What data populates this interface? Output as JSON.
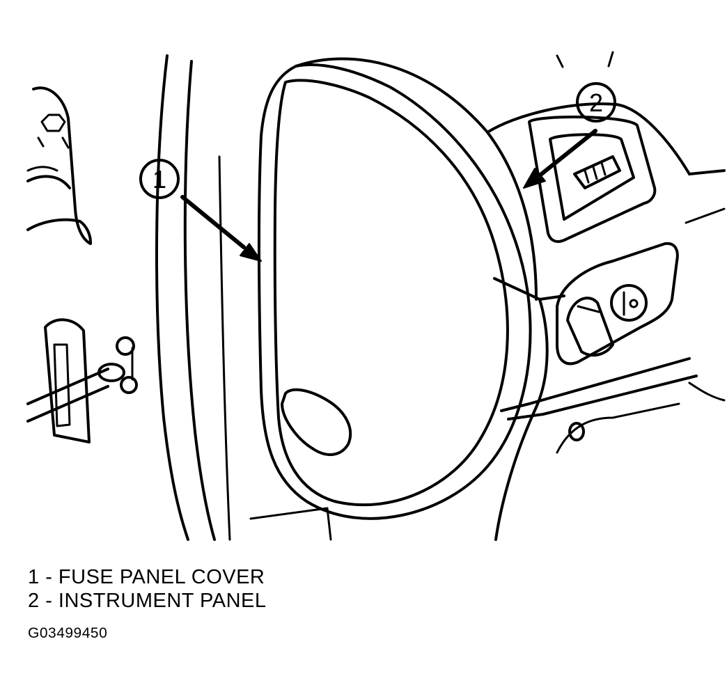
{
  "callouts": [
    {
      "number": "1",
      "label": "FUSE PANEL COVER"
    },
    {
      "number": "2",
      "label": "INSTRUMENT PANEL"
    }
  ],
  "legend": [
    {
      "number": "1",
      "separator": " - ",
      "label": "FUSE PANEL COVER"
    },
    {
      "number": "2",
      "separator": " - ",
      "label": "INSTRUMENT PANEL"
    }
  ],
  "figure_id": "G03499450",
  "colors": {
    "ink": "#000000",
    "paper": "#ffffff"
  }
}
